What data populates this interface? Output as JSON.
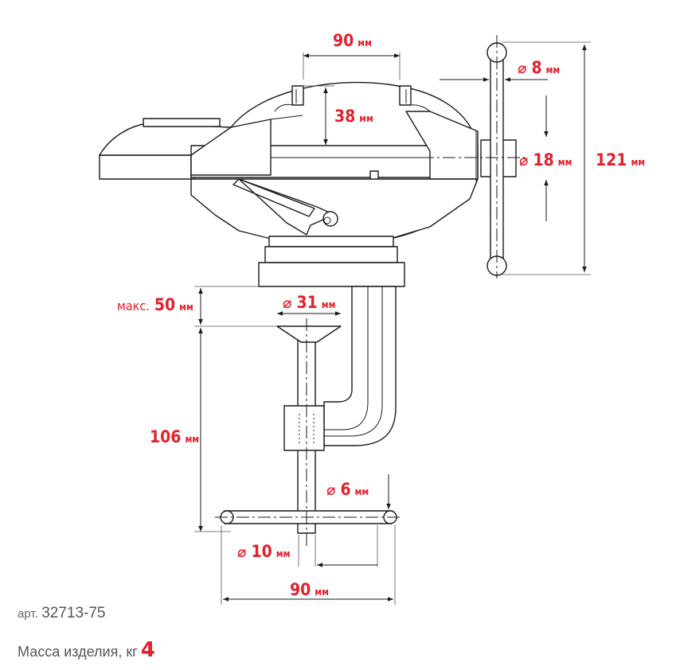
{
  "dimensions": {
    "jaw_opening": {
      "value": "90",
      "unit": "мм"
    },
    "jaw_depth": {
      "value": "38",
      "unit": "мм"
    },
    "handle_dia": {
      "symbol": "⌀",
      "value": "8",
      "unit": "мм"
    },
    "screw_dia": {
      "symbol": "⌀",
      "value": "18",
      "unit": "мм"
    },
    "height": {
      "value": "121",
      "unit": "мм"
    },
    "clamp_max": {
      "prefix": "макс.",
      "value": "50",
      "unit": "мм"
    },
    "pad_dia": {
      "symbol": "⌀",
      "value": "31",
      "unit": "мм"
    },
    "clamp_height": {
      "value": "106",
      "unit": "мм"
    },
    "tbar_dia": {
      "symbol": "⌀",
      "value": "6",
      "unit": "мм"
    },
    "clamp_screw_dia": {
      "symbol": "⌀",
      "value": "10",
      "unit": "мм"
    },
    "tbar_length": {
      "value": "90",
      "unit": "мм"
    }
  },
  "info": {
    "article_label": "арт.",
    "article_number": "32713-75",
    "mass_label": "Масса изделия, кг",
    "mass_value": "4"
  }
}
